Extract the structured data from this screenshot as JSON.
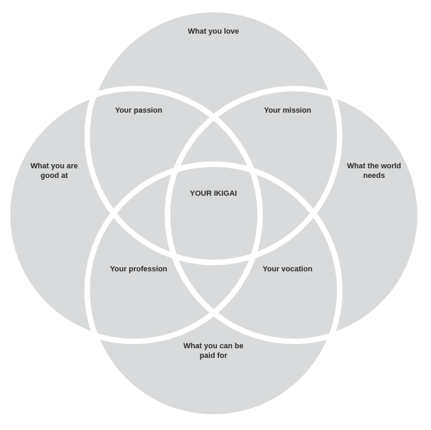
{
  "colors": {
    "circle_fill": "#d8dadb",
    "outline": "#ffffff",
    "background": "#ffffff",
    "text": "#2b2b2b"
  },
  "labels": {
    "love": "What you love",
    "good_at_1": "What you are",
    "good_at_2": "good at",
    "world_1": "What the world",
    "world_2": "needs",
    "paid_1": "What you can be",
    "paid_2": "paid for",
    "passion": "Your passion",
    "mission": "Your mission",
    "profession": "Your profession",
    "vocation": "Your vocation",
    "center": "YOUR IKIGAI"
  }
}
